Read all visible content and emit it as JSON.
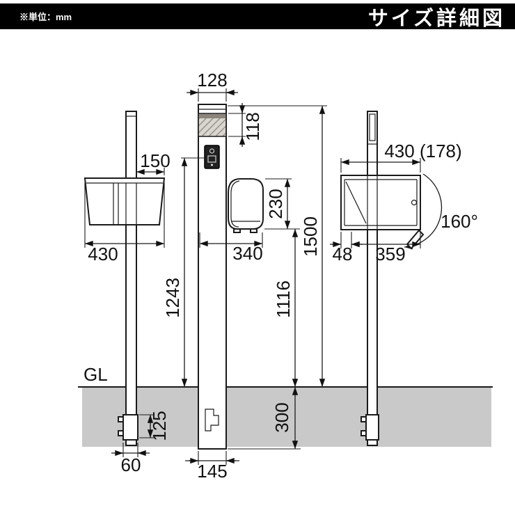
{
  "header": {
    "unit_note": "※単位：mm",
    "title": "サイズ詳細図"
  },
  "diagram": {
    "gl_label": "GL",
    "dims": {
      "d128": "128",
      "d118": "118",
      "d150": "150",
      "d430_side": "430",
      "d230": "230",
      "d340": "340",
      "d1243": "1243",
      "d1116": "1116",
      "d1500": "1500",
      "d300": "300",
      "d125": "125",
      "d60": "60",
      "d145": "145",
      "d430_plan": "430 (178)",
      "d48": "48",
      "d359": "359",
      "a160": "160°"
    }
  },
  "colors": {
    "header_bg": "#000000",
    "header_text": "#ffffff",
    "line": "#1a1a1a",
    "ground": "#c9c9c9",
    "hatch_bg": "#d9d5cf",
    "hatch_line": "#8b857d"
  }
}
